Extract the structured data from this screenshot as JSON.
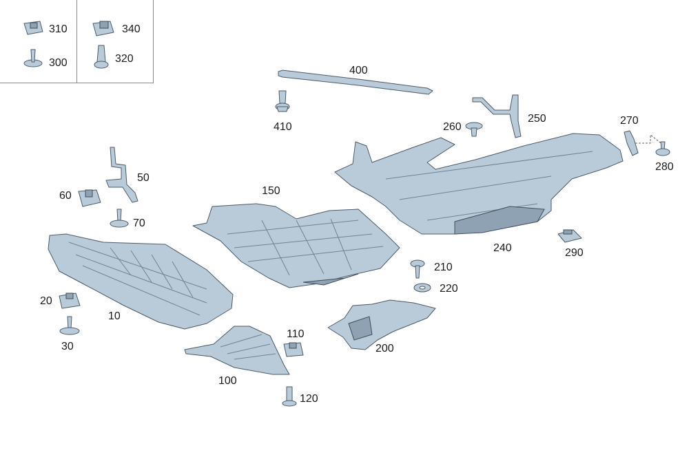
{
  "legend": {
    "items": [
      {
        "id": "310",
        "label": "310"
      },
      {
        "id": "300",
        "label": "300"
      },
      {
        "id": "340",
        "label": "340"
      },
      {
        "id": "320",
        "label": "320"
      }
    ]
  },
  "parts": {
    "p10": "10",
    "p20": "20",
    "p30": "30",
    "p50": "50",
    "p60": "60",
    "p70": "70",
    "p100": "100",
    "p110": "110",
    "p120": "120",
    "p150": "150",
    "p200": "200",
    "p210": "210",
    "p220": "220",
    "p240": "240",
    "p250": "250",
    "p260": "260",
    "p270": "270",
    "p280": "280",
    "p290": "290",
    "p400": "400",
    "p410": "410"
  },
  "colors": {
    "part_fill": "#b9cad8",
    "part_stroke": "#4a5a68",
    "label": "#1a1a1a"
  }
}
